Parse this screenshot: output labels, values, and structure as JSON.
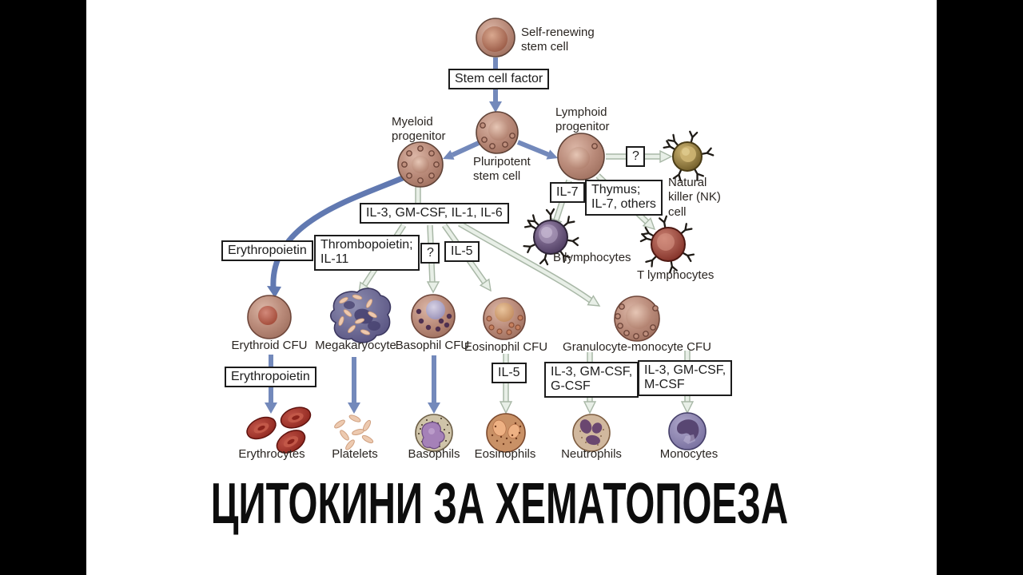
{
  "title": {
    "text": "ЦИТОКИНИ ЗА ХЕМАТОПОЕЗА"
  },
  "diagram": {
    "labels": {
      "self_renewing": "Self-renewing\nstem cell",
      "myeloid": "Myeloid\nprogenitor",
      "lymphoid": "Lymphoid\nprogenitor",
      "pluripotent": "Pluripotent\nstem cell",
      "nk": "Natural\nkiller (NK)\ncell",
      "b_lymphocytes": "B lymphocytes",
      "t_lymphocytes": "T lymphocytes",
      "erythroid_cfu": "Erythroid CFU",
      "megakaryocyte": "Megakaryocyte",
      "basophil_cfu": "Basophil CFU",
      "eosinophil_cfu": "Eosinophil CFU",
      "gm_cfu": "Granulocyte-monocyte CFU",
      "erythrocytes": "Erythrocytes",
      "platelets": "Platelets",
      "basophils": "Basophils",
      "eosinophils": "Eosinophils",
      "neutrophils": "Neutrophils",
      "monocytes": "Monocytes"
    },
    "boxes": {
      "stem_cell_factor": "Stem cell factor",
      "il3": "IL-3, GM-CSF, IL-1, IL-6",
      "epo_top": "Erythropoietin",
      "thrombo": "Thrombopoietin;\nIL-11",
      "q_mid": "?",
      "il5_top": "IL-5",
      "q_top": "?",
      "il7": "IL-7",
      "thymus": "Thymus;\nIL-7, others",
      "epo_bottom": "Erythropoietin",
      "il5_bottom": "IL-5",
      "gcsf": "IL-3, GM-CSF,\nG-CSF",
      "mcsf": "IL-3, GM-CSF,\nM-CSF"
    },
    "colors": {
      "background": "#ffffff",
      "side_bars": "#000000",
      "arrow_blue": "#7389bb",
      "arrow_pale_fill": "#e8efe7",
      "arrow_pale_outline": "#a9b8a7",
      "box_border": "#1c1c1c",
      "cell_brown": "#b98a79",
      "megakaryocyte_slate": "#565180",
      "nk_olive": "#8a7638",
      "b_purple": "#4c3a5f",
      "t_red": "#802e25",
      "rbc_red": "#8c241c",
      "monocyte_slate": "#746c9c"
    }
  }
}
